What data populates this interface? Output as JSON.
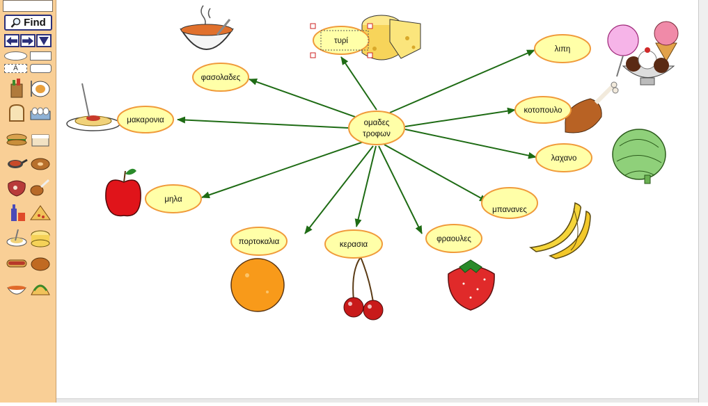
{
  "toolbar": {
    "find_label": "Find",
    "text_tool_label": "A",
    "nav": [
      "arrow-left",
      "arrow-right",
      "arrow-down"
    ],
    "tools": [
      "grocery-bag-icon",
      "plate-icon",
      "bread-icon",
      "eggs-icon",
      "sandwich-icon",
      "cake-icon",
      "pan-icon",
      "bagel-icon",
      "steak-icon",
      "drumstick-icon",
      "bottle-icon",
      "pizza-icon",
      "spaghetti-icon",
      "cheese-icon",
      "hotdog-icon",
      "roast-chicken-icon",
      "soup-icon",
      "taco-icon"
    ]
  },
  "diagram": {
    "center": [
      "ομαδες",
      "τροφων"
    ],
    "nodes": [
      "τυρί",
      "λιπη",
      "κοτοπουλο",
      "λαχανο",
      "μπανανες",
      "φραουλες",
      "κερασια",
      "πορτοκαλια",
      "μηλα",
      "μακαρονια",
      "φασολαδες"
    ],
    "colors": {
      "node_fill": "#ffffa8",
      "node_border": "#f09a3a",
      "arrow": "#1e6b14",
      "sidebar": "#f9cf96",
      "selection": "#cc2222"
    },
    "pictures": [
      "cheese-icon",
      "ice-cream-icon",
      "chicken-leg-icon",
      "lettuce-icon",
      "banana-icon",
      "strawberry-icon",
      "cherry-icon",
      "orange-icon",
      "apple-icon",
      "spaghetti-icon",
      "soup-bowl-icon"
    ]
  }
}
